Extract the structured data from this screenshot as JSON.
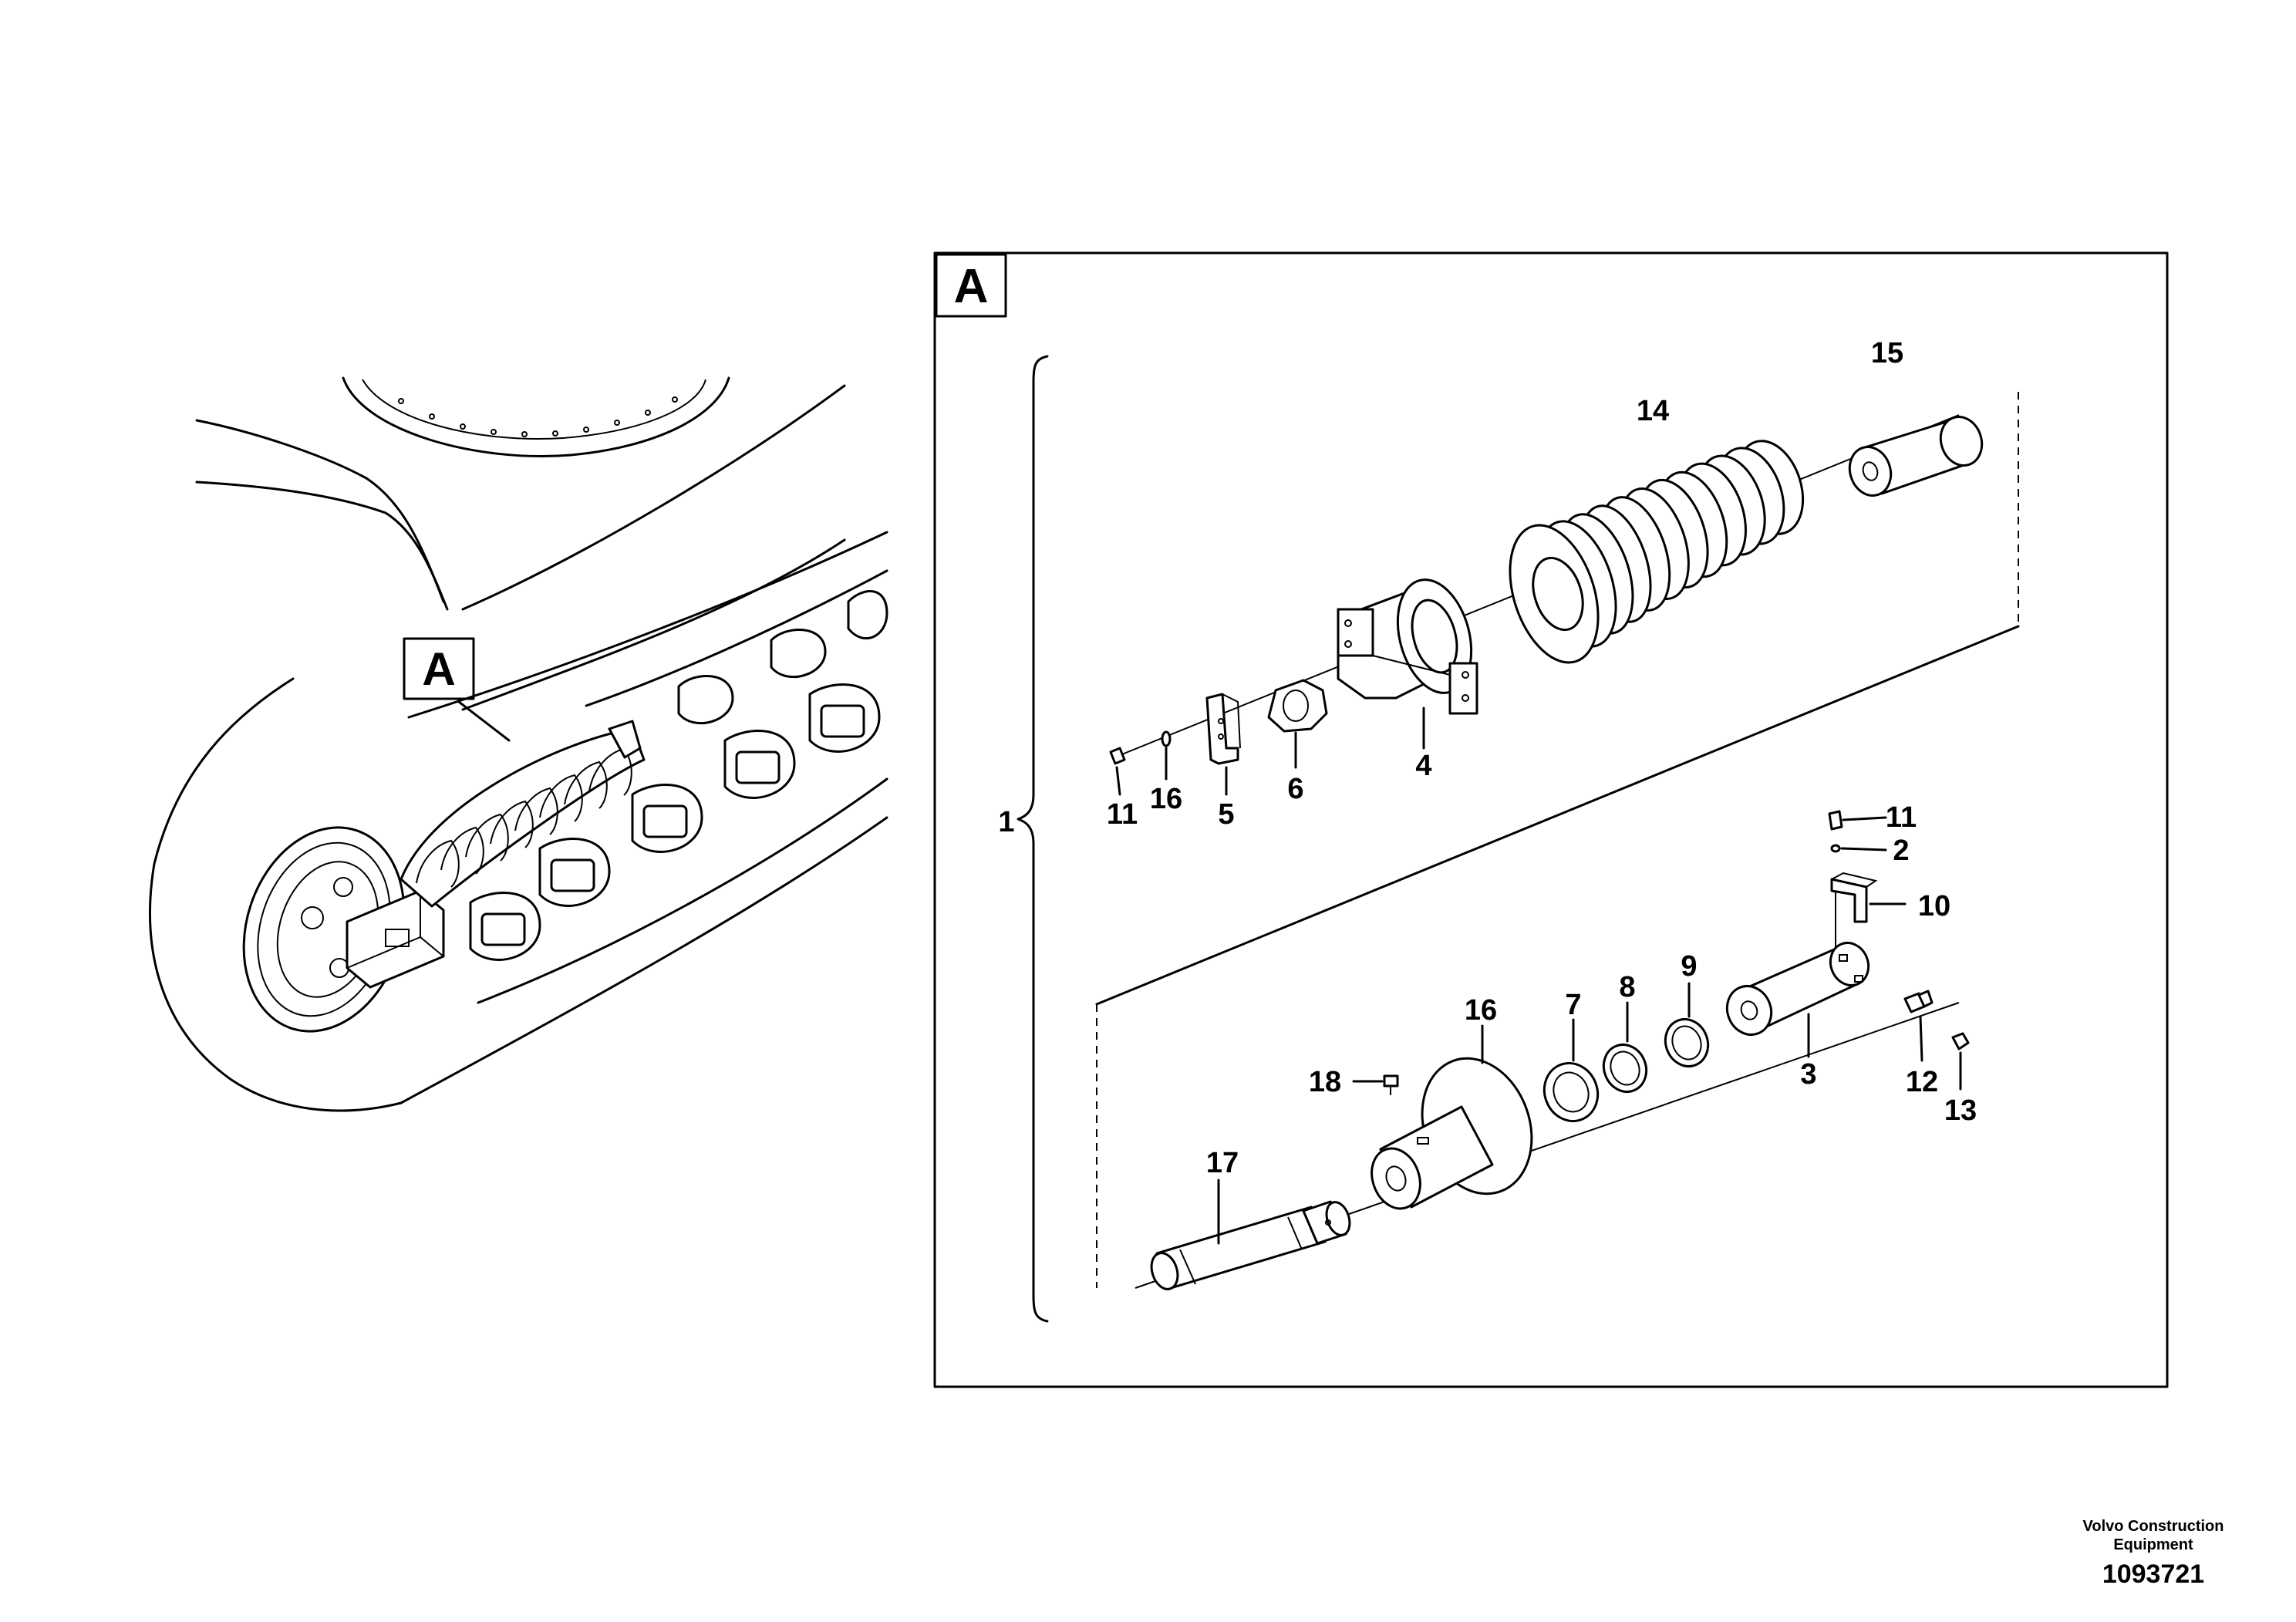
{
  "detail_label": "A",
  "callouts": [
    {
      "id": "c1",
      "label": "1"
    },
    {
      "id": "c15",
      "label": "15"
    },
    {
      "id": "c14",
      "label": "14"
    },
    {
      "id": "c4",
      "label": "4"
    },
    {
      "id": "c6",
      "label": "6"
    },
    {
      "id": "c5",
      "label": "5"
    },
    {
      "id": "c16a",
      "label": "16"
    },
    {
      "id": "c11a",
      "label": "11"
    },
    {
      "id": "c11b",
      "label": "11"
    },
    {
      "id": "c2",
      "label": "2"
    },
    {
      "id": "c10",
      "label": "10"
    },
    {
      "id": "c9",
      "label": "9"
    },
    {
      "id": "c8",
      "label": "8"
    },
    {
      "id": "c7",
      "label": "7"
    },
    {
      "id": "c16b",
      "label": "16"
    },
    {
      "id": "c3",
      "label": "3"
    },
    {
      "id": "c12",
      "label": "12"
    },
    {
      "id": "c13",
      "label": "13"
    },
    {
      "id": "c18",
      "label": "18"
    },
    {
      "id": "c17",
      "label": "17"
    }
  ],
  "footer": {
    "company": "Volvo Construction Equipment",
    "doc_number": "1093721"
  }
}
